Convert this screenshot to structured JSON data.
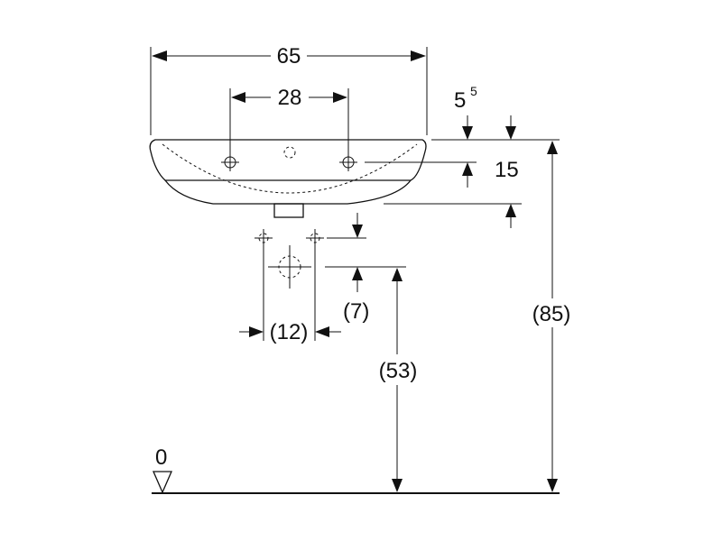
{
  "dimensions": {
    "width_total": "65",
    "tap_spacing": "28",
    "rim_offset_main": "5",
    "rim_offset_sup": "5",
    "tap_hole_depth": "15",
    "bracket_spacing": "(12)",
    "drain_offset": "(7)",
    "drain_height": "(53)",
    "rim_height": "(85)",
    "floor_level": "0"
  }
}
